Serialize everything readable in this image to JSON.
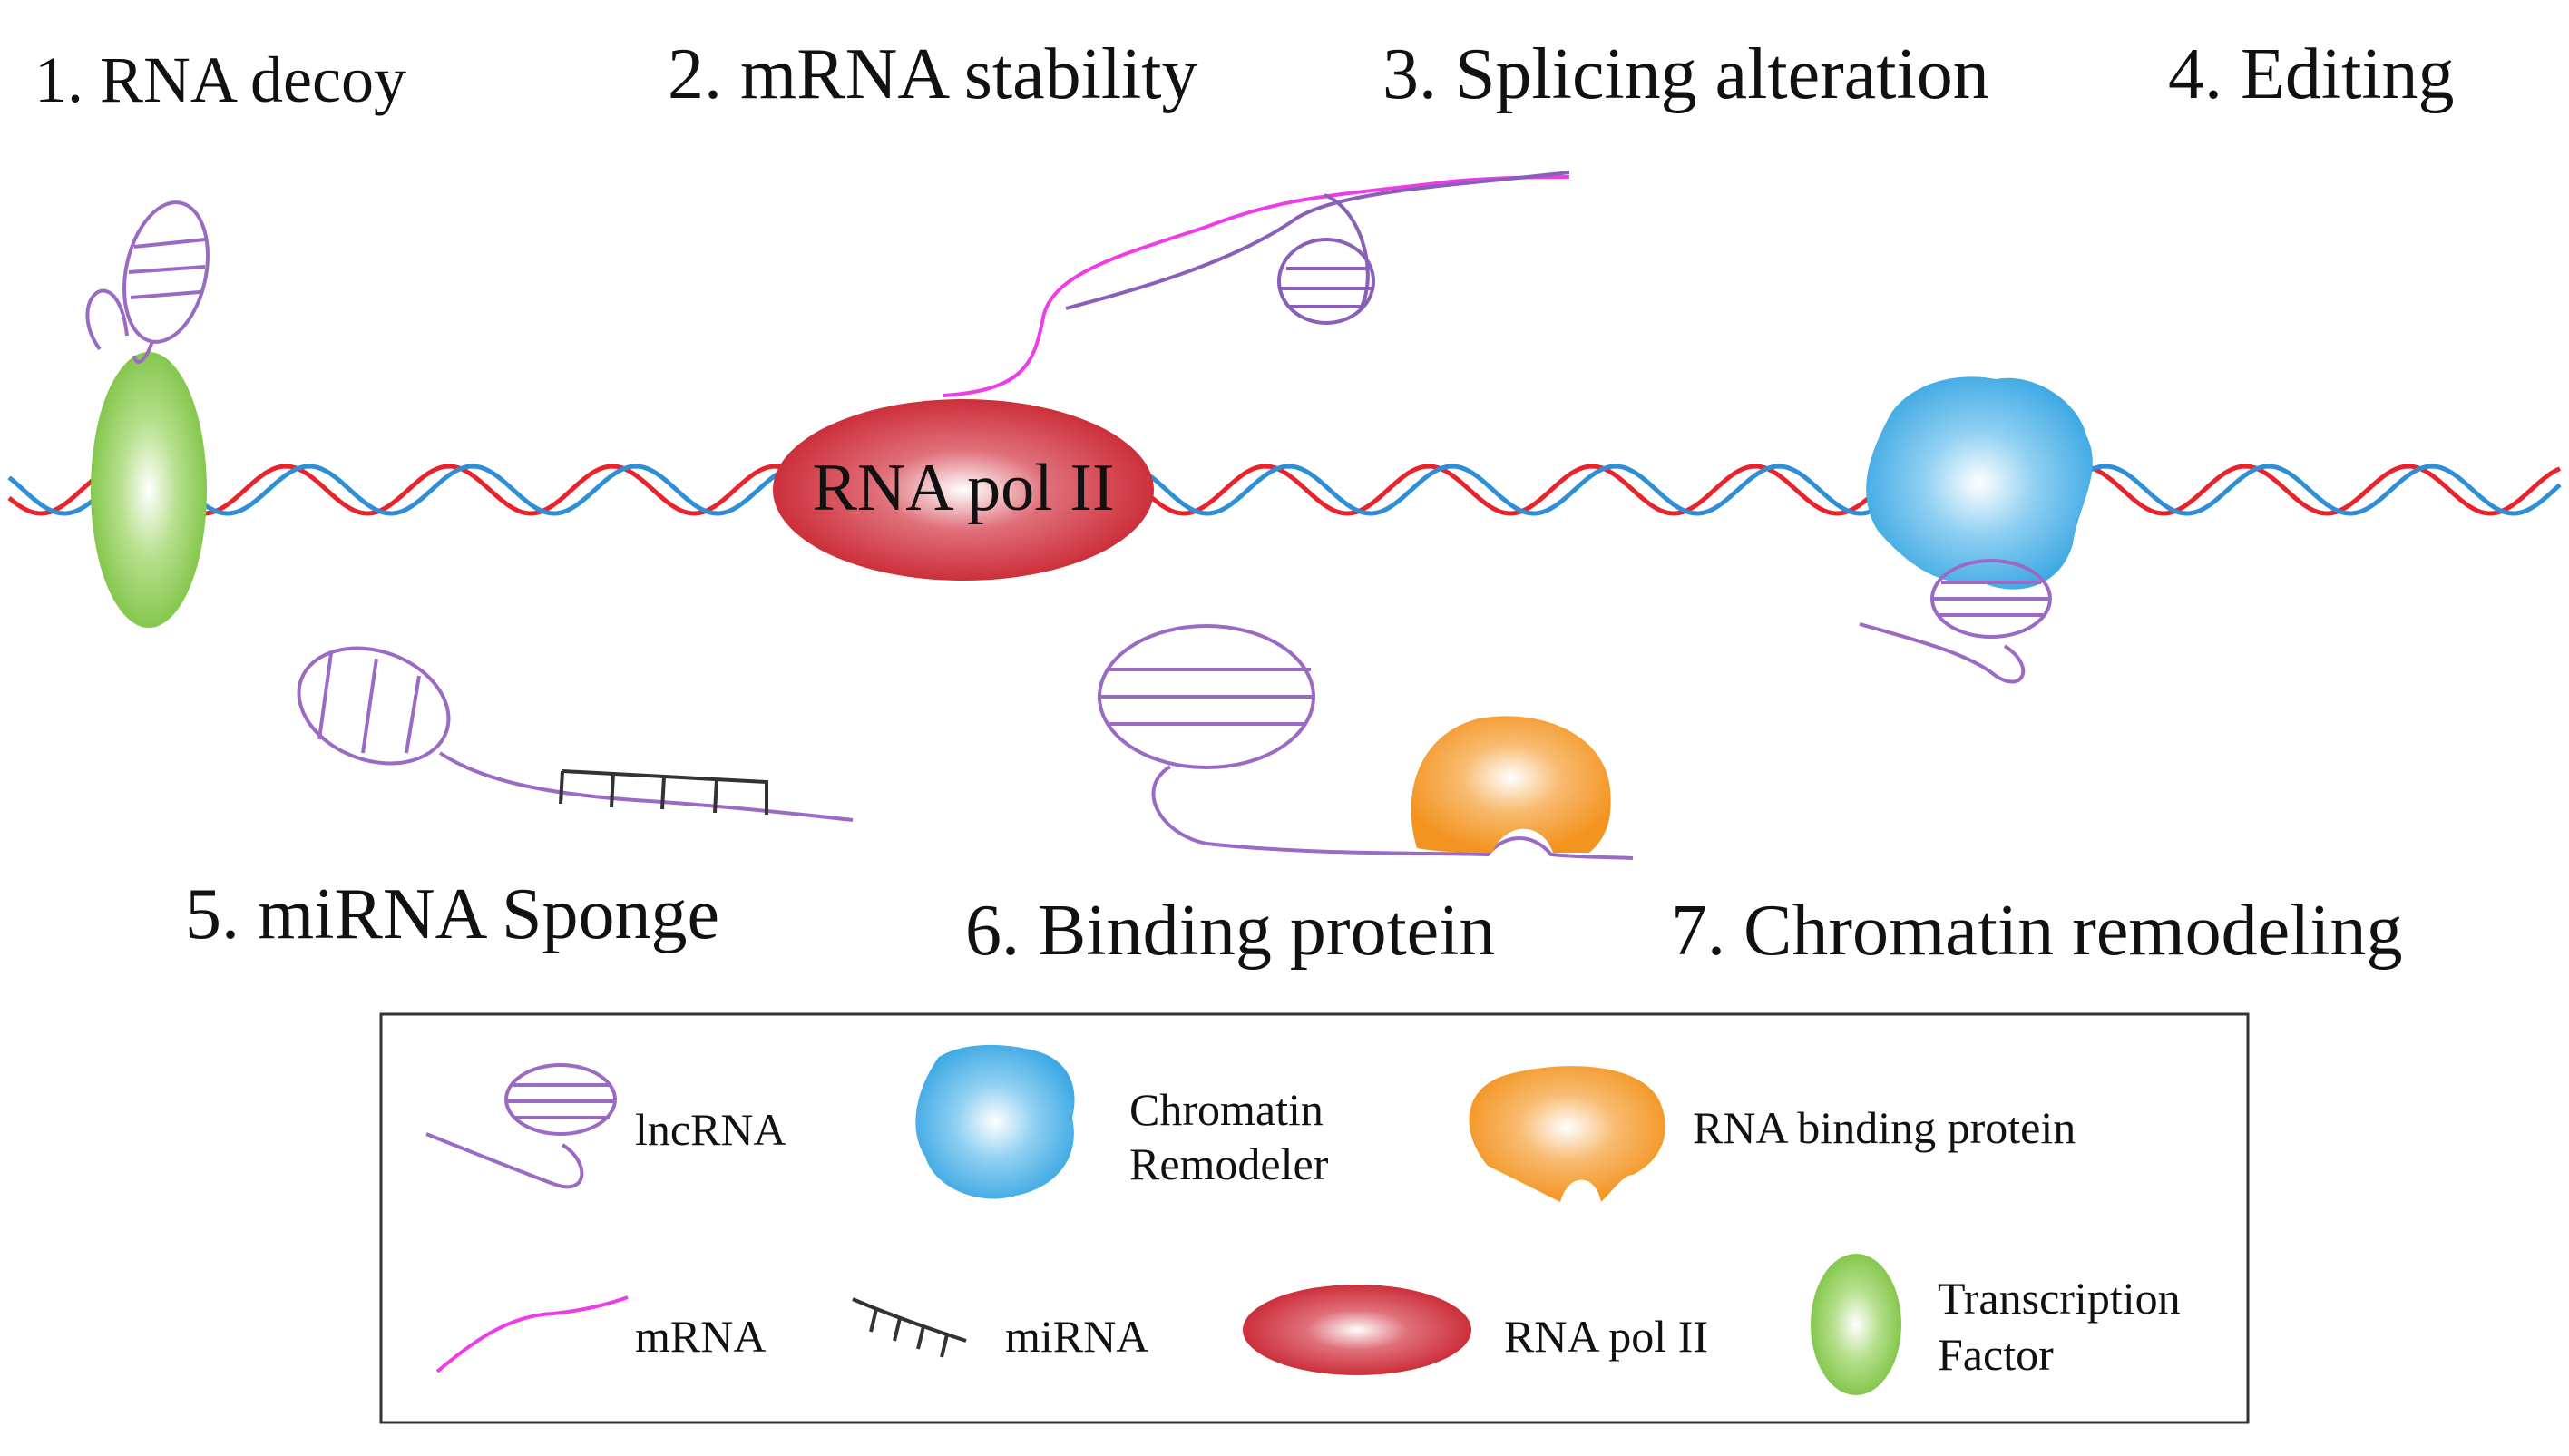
{
  "mechanisms": [
    {
      "label": "1. RNA decoy"
    },
    {
      "label": "2. mRNA stability"
    },
    {
      "label": "3. Splicing alteration"
    },
    {
      "label": "4. Editing"
    },
    {
      "label": "5. miRNA Sponge"
    },
    {
      "label": "6. Binding protein"
    },
    {
      "label": "7. Chromatin remodeling"
    }
  ],
  "rna_pol_label": "RNA pol II",
  "legend": {
    "lncrna": "lncRNA",
    "chromatin_remodeler_line1": "Chromatin",
    "chromatin_remodeler_line2": "Remodeler",
    "rna_binding_protein": "RNA binding protein",
    "mrna": "mRNA",
    "mirna": "miRNA",
    "rna_pol_ii": "RNA pol II",
    "transcription_factor_line1": "Transcription",
    "transcription_factor_line2": "Factor"
  },
  "colors": {
    "dna_strand_a": "#e8232b",
    "dna_strand_b": "#2f8fd6",
    "lncrna": "#9b6bc4",
    "mrna": "#ee3de8",
    "mirna": "#333333",
    "rna_pol_ii": "#c8242f",
    "transcription_factor": "#7cc242",
    "rna_binding_protein": "#f39421",
    "chromatin_remodeler": "#3aa7e3"
  }
}
